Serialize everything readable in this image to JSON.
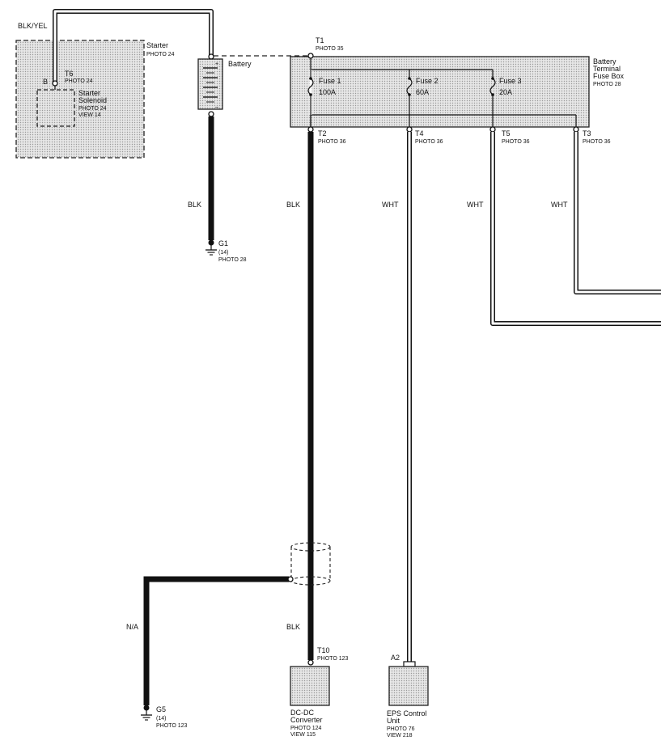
{
  "wire_colors": {
    "blk_yel": "BLK/YEL",
    "blk_battery": "BLK",
    "blk_t2": "BLK",
    "wht_t4": "WHT",
    "wht_t5": "WHT",
    "wht_t3": "WHT",
    "blk_t10": "BLK",
    "na": "N/A"
  },
  "starter": {
    "name": "Starter",
    "photo": "PHOTO 24"
  },
  "starter_solenoid": {
    "pin": "B",
    "terminal": "T6",
    "terminal_photo": "PHOTO 24",
    "name_line1": "Starter",
    "name_line2": "Solenoid",
    "photo": "PHOTO 24",
    "view": "VIEW 14"
  },
  "battery": {
    "name": "Battery",
    "plus": "+",
    "minus": "–"
  },
  "ground_g1": {
    "name": "G1",
    "num": "(14)",
    "photo": "PHOTO 28"
  },
  "ground_g5": {
    "name": "G5",
    "num": "(14)",
    "photo": "PHOTO 123"
  },
  "fuse_box": {
    "name_line1": "Battery",
    "name_line2": "Terminal",
    "name_line3": "Fuse Box",
    "photo": "PHOTO 28",
    "t1": {
      "name": "T1",
      "photo": "PHOTO 35"
    },
    "fuses": [
      {
        "name": "Fuse 1",
        "rating": "100A"
      },
      {
        "name": "Fuse 2",
        "rating": "60A"
      },
      {
        "name": "Fuse 3",
        "rating": "20A"
      }
    ],
    "terminals": [
      {
        "name": "T2",
        "photo": "PHOTO 36"
      },
      {
        "name": "T4",
        "photo": "PHOTO 36"
      },
      {
        "name": "T5",
        "photo": "PHOTO 36"
      },
      {
        "name": "T3",
        "photo": "PHOTO 36"
      }
    ]
  },
  "dcdc": {
    "terminal": "T10",
    "terminal_photo": "PHOTO 123",
    "name_line1": "DC-DC",
    "name_line2": "Converter",
    "photo": "PHOTO 124",
    "view": "VIEW 115"
  },
  "eps": {
    "terminal": "A2",
    "name_line1": "EPS Control",
    "name_line2": "Unit",
    "photo": "PHOTO 76",
    "view": "VIEW 218"
  }
}
